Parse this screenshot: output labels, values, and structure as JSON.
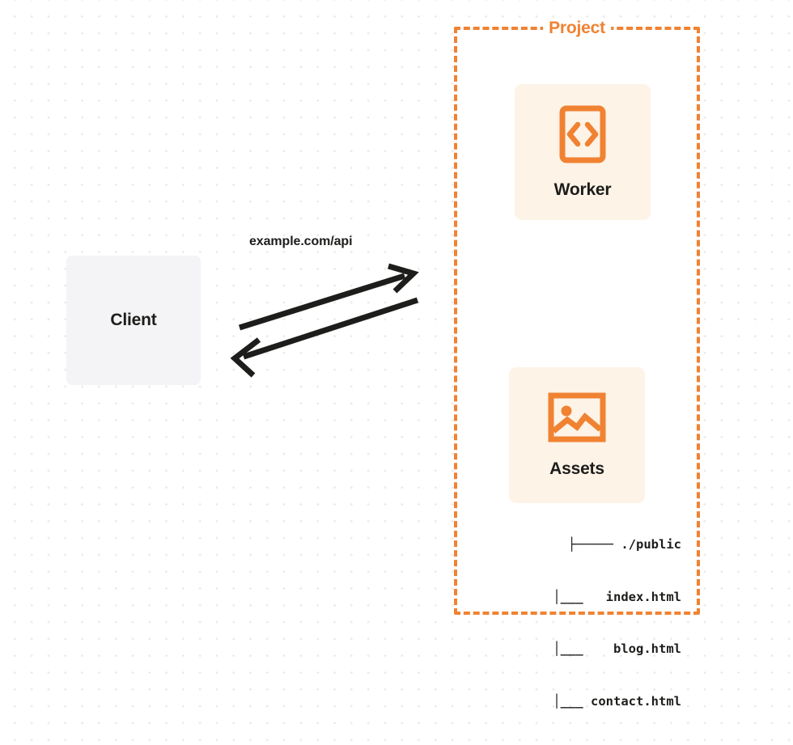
{
  "diagram": {
    "title": "Client to Project Worker and Assets request flow",
    "colors": {
      "accent_orange": "#f08232",
      "card_background": "#fdf3e7",
      "client_background": "#f4f4f6",
      "text_dark": "#1d1d1b",
      "canvas_background": "#ffffff",
      "grid_dot": "#e9e9e9"
    }
  },
  "client": {
    "label": "Client"
  },
  "connector": {
    "request_label": "example.com/api",
    "outbound_arrow_name": "request-arrow",
    "inbound_arrow_name": "response-arrow"
  },
  "project": {
    "title": "Project",
    "services": [
      {
        "label": "Worker",
        "icon": "code-icon"
      },
      {
        "label": "Assets",
        "icon": "image-icon"
      }
    ],
    "file_tree": [
      "├───── ./public",
      "  │___   index.html",
      "  │___    blog.html",
      "  │___ contact.html"
    ]
  }
}
